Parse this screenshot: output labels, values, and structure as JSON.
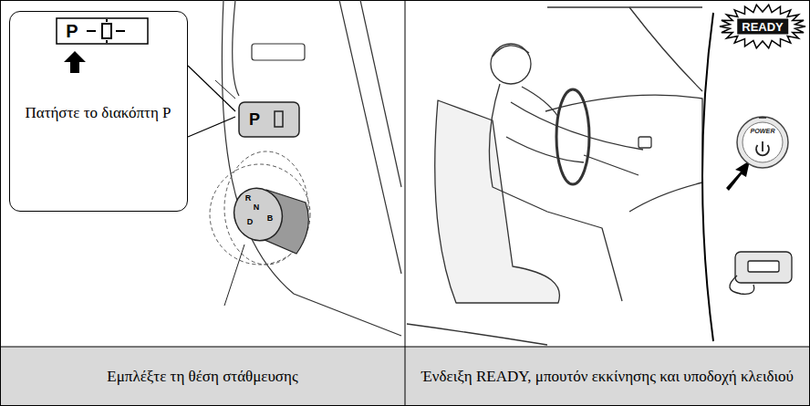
{
  "diagram": {
    "nodes": [
      {
        "text": [
          "Πατήστε το διακόπτη P"
        ]
      },
      {
        "text": [
          "READY"
        ]
      },
      {
        "text": [
          "POWER"
        ]
      }
    ],
    "labels": [
      "P",
      "P",
      "R",
      "N",
      "D",
      "B",
      "Εμπλέξτε τη θέση στάθμευσης",
      "Ένδειξη READY, μπουτόν εκκίνησης και υποδοχή κλειδιού"
    ]
  }
}
